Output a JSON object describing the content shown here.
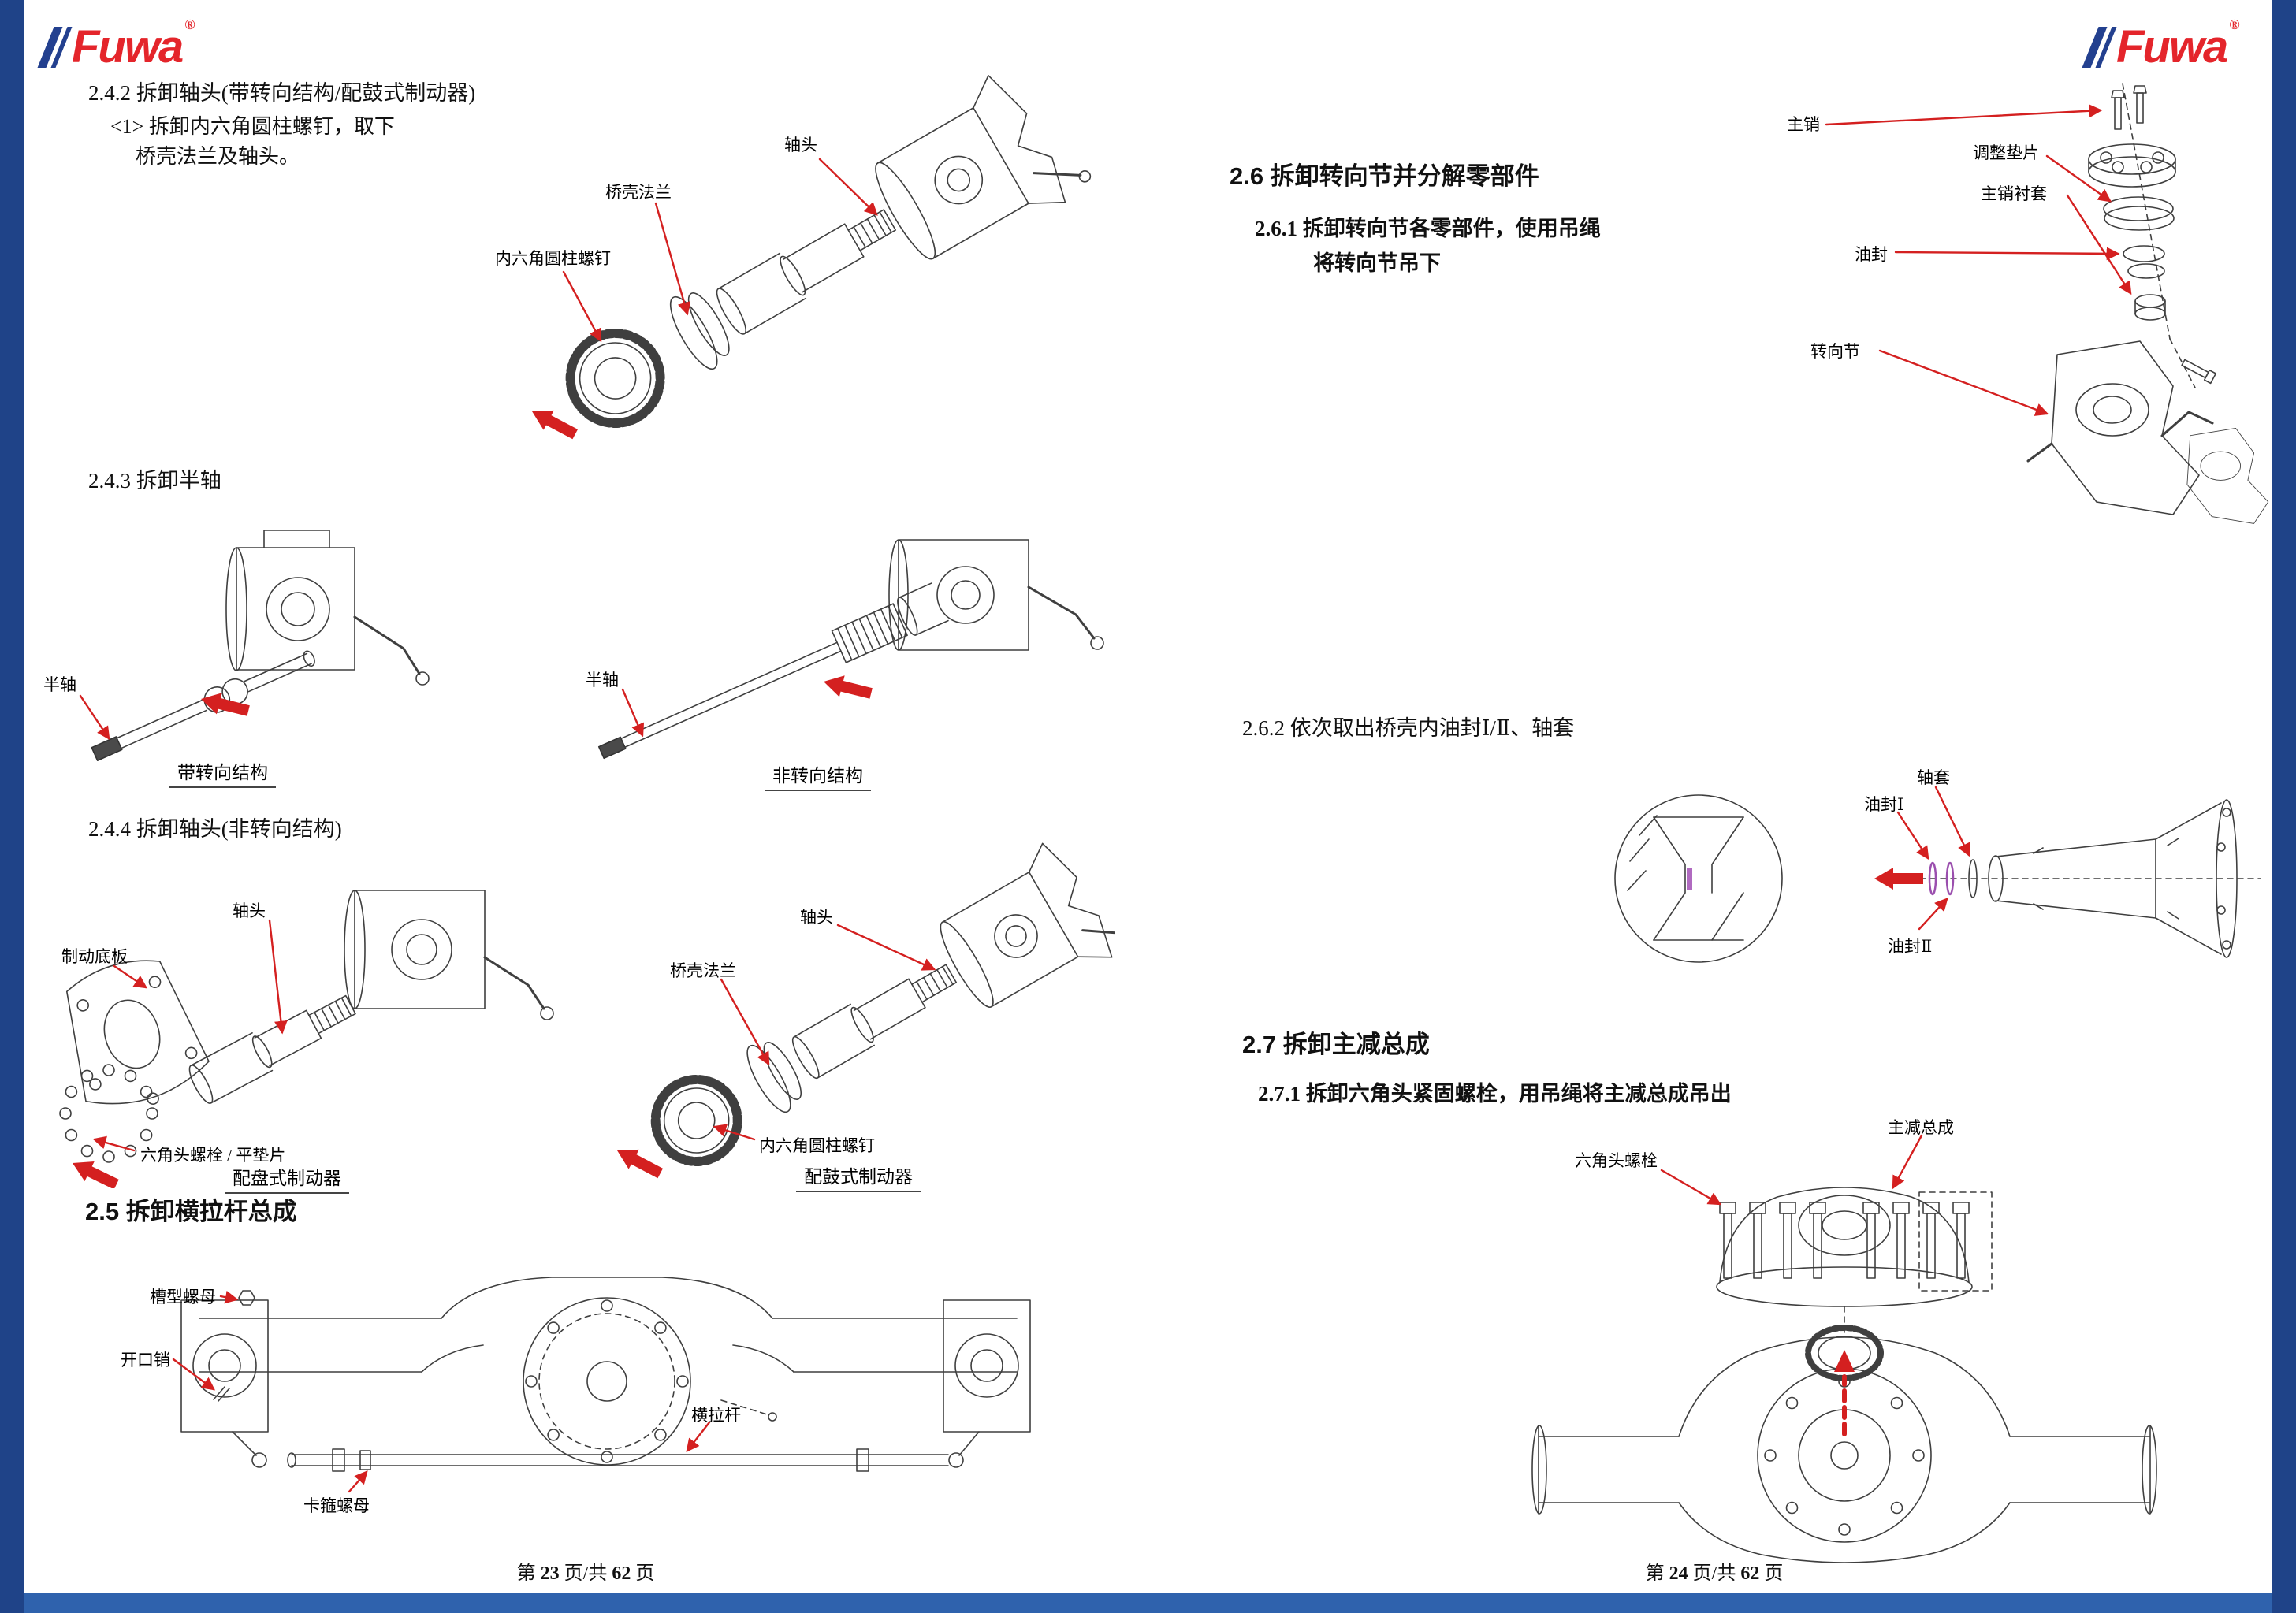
{
  "brand": {
    "name": "Fuwa",
    "reg": "®"
  },
  "left_page": {
    "s242": {
      "heading": "2.4.2 拆卸轴头(带转向结构/配鼓式制动器)",
      "step_line1": "<1> 拆卸内六角圆柱螺钉，取下",
      "step_line2": "桥壳法兰及轴头。",
      "labels": {
        "axle_head": "轴头",
        "housing_flange": "桥壳法兰",
        "socket_screw": "内六角圆柱螺钉"
      }
    },
    "s243": {
      "heading": "2.4.3 拆卸半轴",
      "fig_steering": {
        "half_shaft": "半轴",
        "caption": "带转向结构"
      },
      "fig_non_steering": {
        "half_shaft": "半轴",
        "caption": "非转向结构"
      }
    },
    "s244": {
      "heading": "2.4.4 拆卸轴头(非转向结构)",
      "fig_disc": {
        "axle_head": "轴头",
        "brake_plate": "制动底板",
        "hex_bolt_washer": "六角头螺栓 / 平垫片",
        "caption": "配盘式制动器"
      },
      "fig_drum": {
        "axle_head": "轴头",
        "housing_flange": "桥壳法兰",
        "socket_screw": "内六角圆柱螺钉",
        "caption": "配鼓式制动器"
      }
    },
    "s25": {
      "heading": "2.5 拆卸横拉杆总成",
      "labels": {
        "castle_nut": "槽型螺母",
        "cotter_pin": "开口销",
        "tie_rod": "横拉杆",
        "clamp_nut": "卡箍螺母"
      }
    },
    "footer": {
      "prefix": "第",
      "page": "23",
      "middle": "页/共",
      "total": "62",
      "suffix": "页"
    }
  },
  "right_page": {
    "s26": {
      "heading": "2.6 拆卸转向节并分解零部件"
    },
    "s261": {
      "line1": "2.6.1 拆卸转向节各零部件，使用吊绳",
      "line2": "将转向节吊下",
      "labels": {
        "king_pin": "主销",
        "adjusting_shim": "调整垫片",
        "oil_seal": "油封",
        "king_pin_bushing": "主销衬套",
        "steering_knuckle": "转向节"
      }
    },
    "s262": {
      "heading": "2.6.2 依次取出桥壳内油封Ⅰ/Ⅱ、轴套",
      "labels": {
        "sleeve": "轴套",
        "oil_seal_1": "油封Ⅰ",
        "oil_seal_2": "油封Ⅱ"
      }
    },
    "s27": {
      "heading": "2.7 拆卸主减总成"
    },
    "s271": {
      "line1": "2.7.1 拆卸六角头紧固螺栓，用吊绳将主减总成吊出",
      "labels": {
        "hex_bolt": "六角头螺栓",
        "main_reducer": "主减总成"
      }
    },
    "footer": {
      "prefix": "第",
      "page": "24",
      "middle": "页/共",
      "total": "62",
      "suffix": "页"
    }
  }
}
